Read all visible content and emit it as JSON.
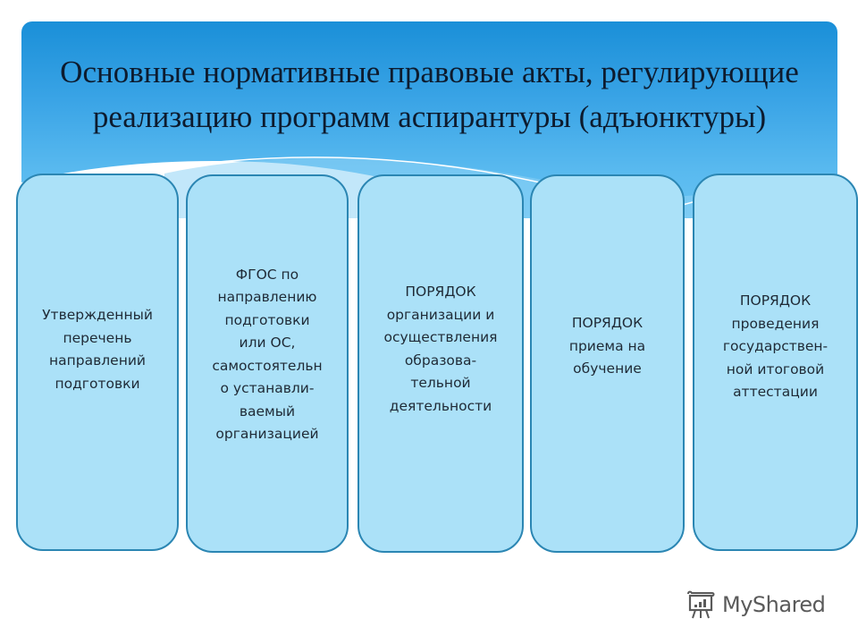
{
  "slide": {
    "title_lines": [
      "Основные нормативные правовые акты, регулирующие",
      "реализацию программ аспирантуры (адъюнктуры)"
    ],
    "colors": {
      "banner_top": "#1a8fd8",
      "banner_bottom": "#67c3f2",
      "card_fill": "#abe1f8",
      "card_border": "#2b86b3",
      "title_text": "#0d1b2e",
      "card_text": "#1f2a36"
    },
    "cards": [
      {
        "text": "Утвержденный\nперечень\nнаправлений\nподготовки"
      },
      {
        "text": "ФГОС по\nнаправлению\nподготовки\nили ОС,\nсамостоятельн\nо устанавли-\nваемый\nорганизацией"
      },
      {
        "text": "ПОРЯДОК\nорганизации  и\nосуществления\nобразова-\nтельной\nдеятельности"
      },
      {
        "text": "ПОРЯДОК\nприема на\nобучение"
      },
      {
        "text": "ПОРЯДОК\nпроведения\nгосударствен-\nной итоговой\nаттестации"
      }
    ]
  },
  "watermark": {
    "icon": "presentation-board-icon",
    "brand": "MyShared"
  }
}
